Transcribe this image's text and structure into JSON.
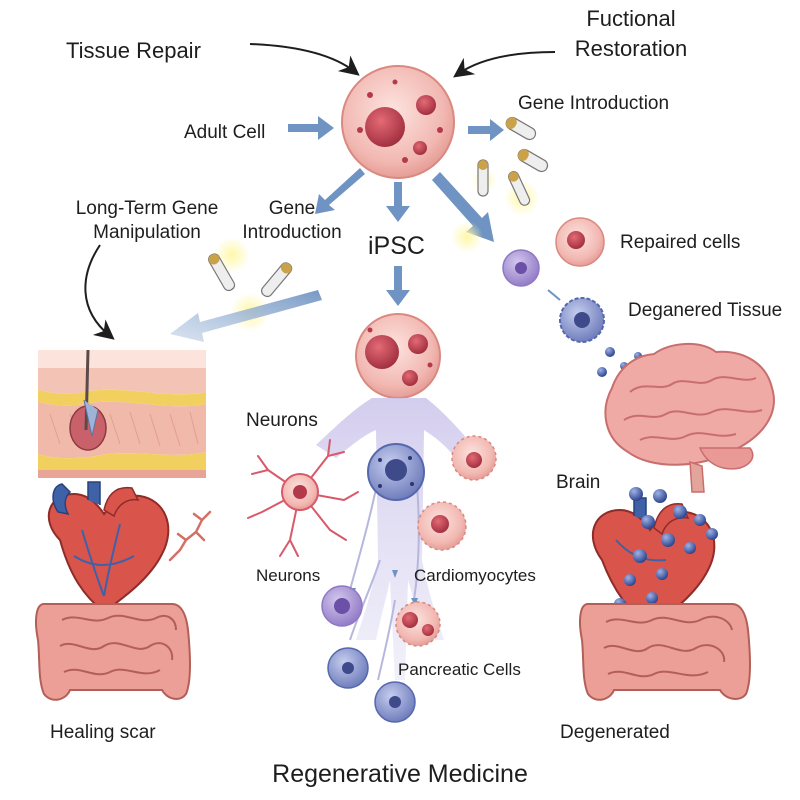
{
  "title": "Regenerative Medicine",
  "top_labels": {
    "tissue_repair": "Tissue Repair",
    "functional_restoration_line1": "Fuctional",
    "functional_restoration_line2": "Restoration"
  },
  "labels": {
    "adult_cell": "Adult Cell",
    "gene_introduction_right": "Gene Introduction",
    "long_term_line1": "Long-Term Gene",
    "long_term_line2": "Manipulation",
    "gene_intro_mid_line1": "Gene",
    "gene_intro_mid_line2": "Introduction",
    "ipsc": "iPSC",
    "repaired_cells": "Repaired cells",
    "degenerated_tissue": "Deganered Tissue",
    "neurons_upper": "Neurons",
    "neurons_lower": "Neurons",
    "cardiomyocytes": "Cardiomyocytes",
    "pancreatic_cells": "Pancreatic Cells",
    "brain": "Brain",
    "healing_scar": "Healing scar",
    "degenerated": "Degenerated"
  },
  "colors": {
    "arrow_blue": "#6f93c2",
    "cell_pink": "#f2b8b2",
    "nucleus_red": "#b33a4a",
    "immune_purple": "#8f78c4",
    "blue_cell": "#5568ad",
    "organ_red": "#d9544a",
    "vessel_blue": "#3f61a8",
    "skin_pink": "#f1b9aa",
    "fat_yellow": "#f2d060",
    "glow_yellow": "#f7ec7a",
    "flow_lavender": "#d5d3ee"
  }
}
